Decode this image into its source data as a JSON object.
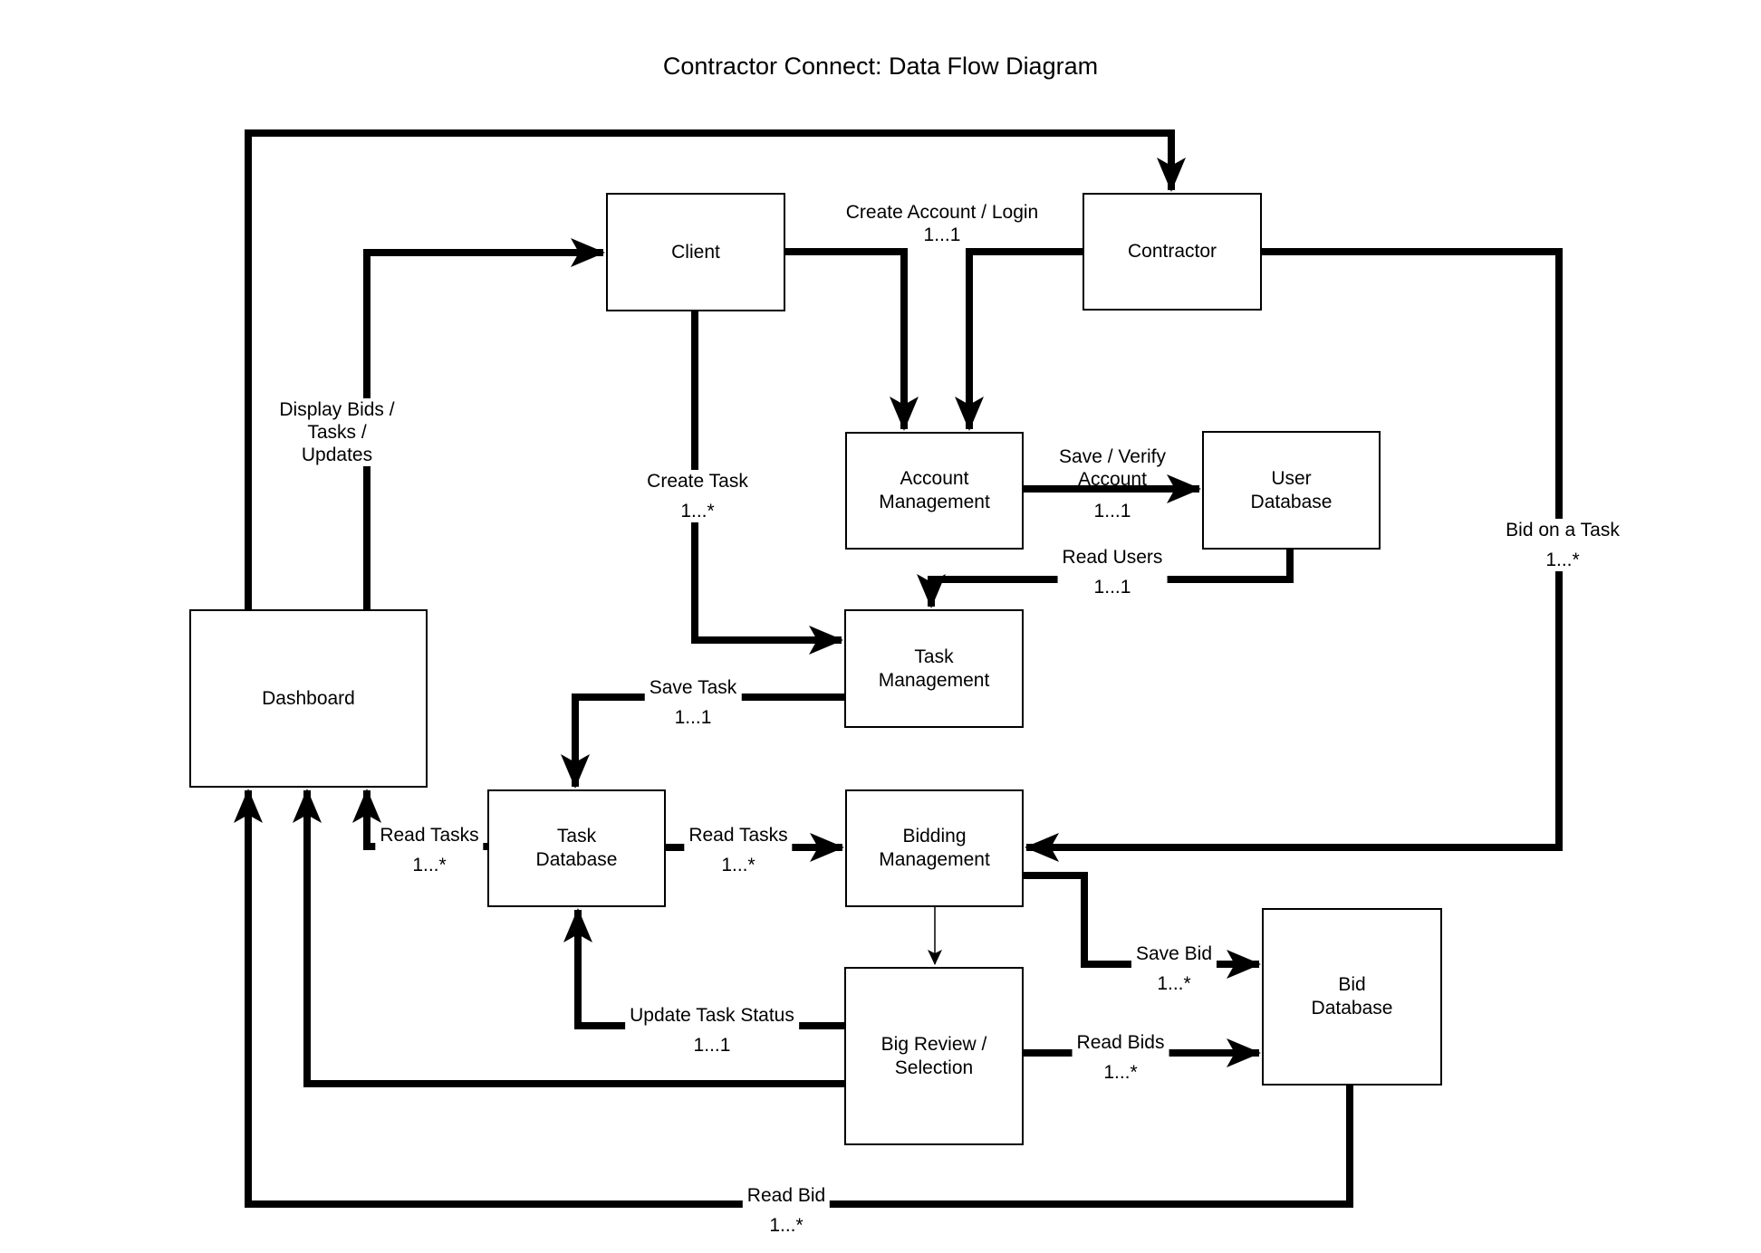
{
  "title": "Contractor Connect: Data Flow Diagram",
  "nodes": [
    {
      "id": "client",
      "lines": [
        "Client"
      ]
    },
    {
      "id": "contractor",
      "lines": [
        "Contractor"
      ]
    },
    {
      "id": "account-management",
      "lines": [
        "Account",
        "Management"
      ]
    },
    {
      "id": "user-database",
      "lines": [
        "User",
        "Database"
      ]
    },
    {
      "id": "task-management",
      "lines": [
        "Task",
        "Management"
      ]
    },
    {
      "id": "dashboard",
      "lines": [
        "Dashboard"
      ]
    },
    {
      "id": "task-database",
      "lines": [
        "Task",
        "Database"
      ]
    },
    {
      "id": "bidding-management",
      "lines": [
        "Bidding",
        "Management"
      ]
    },
    {
      "id": "big-review",
      "lines": [
        "Big Review /",
        "Selection"
      ]
    },
    {
      "id": "bid-database",
      "lines": [
        "Bid",
        "Database"
      ]
    }
  ],
  "edge_labels": [
    {
      "id": "display-bids",
      "lines": [
        "Display Bids /",
        "Tasks /",
        "Updates"
      ],
      "multiplicity": ""
    },
    {
      "id": "create-account",
      "lines": [
        "Create Account / Login"
      ],
      "multiplicity": "1...1"
    },
    {
      "id": "create-task",
      "lines": [
        "Create Task"
      ],
      "multiplicity": "1...*"
    },
    {
      "id": "save-verify",
      "lines": [
        "Save / Verify",
        "Account"
      ],
      "multiplicity": "1...1"
    },
    {
      "id": "read-users",
      "lines": [
        "Read Users"
      ],
      "multiplicity": "1...1"
    },
    {
      "id": "save-task",
      "lines": [
        "Save Task"
      ],
      "multiplicity": "1...1"
    },
    {
      "id": "read-tasks-left",
      "lines": [
        "Read Tasks"
      ],
      "multiplicity": "1...*"
    },
    {
      "id": "read-tasks-right",
      "lines": [
        "Read Tasks"
      ],
      "multiplicity": "1...*"
    },
    {
      "id": "bid-on-task",
      "lines": [
        "Bid on a Task"
      ],
      "multiplicity": "1...*"
    },
    {
      "id": "save-bid",
      "lines": [
        "Save Bid"
      ],
      "multiplicity": "1...*"
    },
    {
      "id": "update-task-status",
      "lines": [
        "Update Task Status"
      ],
      "multiplicity": "1...1"
    },
    {
      "id": "read-bids",
      "lines": [
        "Read Bids"
      ],
      "multiplicity": "1...*"
    },
    {
      "id": "read-bid",
      "lines": [
        "Read Bid"
      ],
      "multiplicity": "1...*"
    }
  ],
  "colors": {
    "line": "#000000",
    "node_fill": "#ffffff",
    "node_border": "#000000"
  }
}
